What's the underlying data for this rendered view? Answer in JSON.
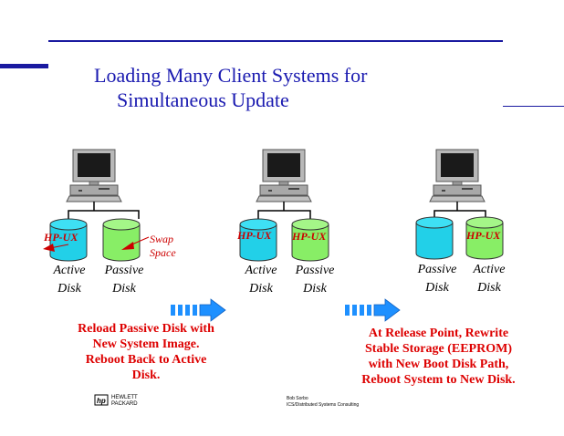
{
  "title": {
    "line1": "Loading Many Client Systems for",
    "line2": "Simultaneous Update"
  },
  "stage1": {
    "left_disk_os": "HP-UX",
    "swap_label": "Swap Space",
    "left_label_1": "Active",
    "left_label_2": "Disk",
    "right_label_1": "Passive",
    "right_label_2": "Disk"
  },
  "stage2": {
    "left_disk_os": "HP-UX",
    "right_disk_os": "HP-UX",
    "left_label_1": "Active",
    "left_label_2": "Disk",
    "right_label_1": "Passive",
    "right_label_2": "Disk"
  },
  "stage3": {
    "right_disk_os": "HP-UX",
    "left_label_1": "Passive",
    "left_label_2": "Disk",
    "right_label_1": "Active",
    "right_label_2": "Disk"
  },
  "caption_left": {
    "line1": "Reload Passive Disk with",
    "line2": "New System Image.",
    "line3": "Reboot Back to Active",
    "line4": "Disk."
  },
  "caption_right": {
    "line1": "At Release Point, Rewrite",
    "line2": "Stable Storage (EEPROM)",
    "line3": "with New Boot Disk Path,",
    "line4": "Reboot System to New Disk."
  },
  "footer": {
    "logo_line1": "HEWLETT",
    "logo_line2": "PACKARD",
    "author": "Bob Sorbo",
    "org": "ICS/Distributed Systems Consulting"
  },
  "colors": {
    "title_blue": "#1a1ab0",
    "caption_red": "#dd0000",
    "disk_cyan": "#22d0e8",
    "disk_green": "#88ee66",
    "arrow_blue": "#1e90ff"
  }
}
